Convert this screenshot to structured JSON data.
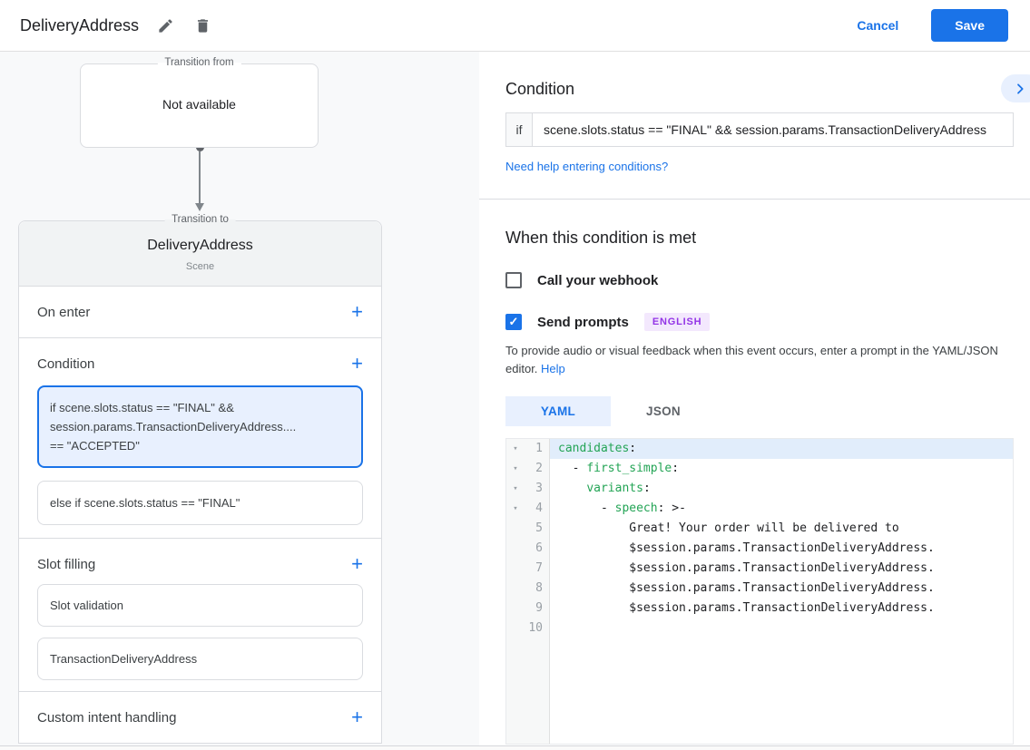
{
  "colors": {
    "accent": "#1a73e8",
    "selected_card_bg": "#e8f0fe",
    "badge_bg": "#f3e8fd",
    "badge_text": "#9334e6",
    "code_key_green": "#23a455"
  },
  "icons": {
    "plus": "+",
    "check": "✓",
    "fold_arrow": "▾"
  },
  "header": {
    "title": "DeliveryAddress",
    "cancel_label": "Cancel",
    "save_label": "Save"
  },
  "graph": {
    "transition_from_label": "Transition from",
    "transition_from_value": "Not available",
    "transition_to_label": "Transition to",
    "scene_name": "DeliveryAddress",
    "scene_type": "Scene"
  },
  "scene": {
    "sections": {
      "on_enter": "On enter",
      "condition": "Condition",
      "slot_filling": "Slot filling",
      "custom_intent": "Custom intent handling"
    },
    "condition_cards": [
      {
        "selected": true,
        "lines": [
          "if scene.slots.status == \"FINAL\" &&",
          "session.params.TransactionDeliveryAddress....",
          "== \"ACCEPTED\""
        ]
      },
      {
        "selected": false,
        "lines": [
          "else if scene.slots.status == \"FINAL\""
        ]
      }
    ],
    "slot_cards": [
      "Slot validation",
      "TransactionDeliveryAddress"
    ]
  },
  "condition_panel": {
    "title": "Condition",
    "if_label": "if",
    "if_value": "scene.slots.status == \"FINAL\" && session.params.TransactionDeliveryAddress",
    "help_link": "Need help entering conditions?"
  },
  "when_met": {
    "title": "When this condition is met",
    "webhook_label": "Call your webhook",
    "webhook_checked": false,
    "prompts_label": "Send prompts",
    "prompts_checked": true,
    "language_badge": "ENGLISH",
    "description": "To provide audio or visual feedback when this event occurs, enter a prompt in the YAML/JSON editor.",
    "help_link": "Help"
  },
  "editor": {
    "tabs": [
      {
        "label": "YAML",
        "active": true
      },
      {
        "label": "JSON",
        "active": false
      }
    ],
    "lines": [
      {
        "n": 1,
        "text": "candidates:",
        "fold": true,
        "highlight": true
      },
      {
        "n": 2,
        "text": "  - first_simple:",
        "fold": true
      },
      {
        "n": 3,
        "text": "    variants:",
        "fold": true
      },
      {
        "n": 4,
        "text": "      - speech: >-",
        "fold": true
      },
      {
        "n": 5,
        "text": "          Great! Your order will be delivered to"
      },
      {
        "n": 6,
        "text": "          $session.params.TransactionDeliveryAddress."
      },
      {
        "n": 7,
        "text": "          $session.params.TransactionDeliveryAddress."
      },
      {
        "n": 8,
        "text": "          $session.params.TransactionDeliveryAddress."
      },
      {
        "n": 9,
        "text": "          $session.params.TransactionDeliveryAddress."
      },
      {
        "n": 10,
        "text": ""
      }
    ]
  }
}
